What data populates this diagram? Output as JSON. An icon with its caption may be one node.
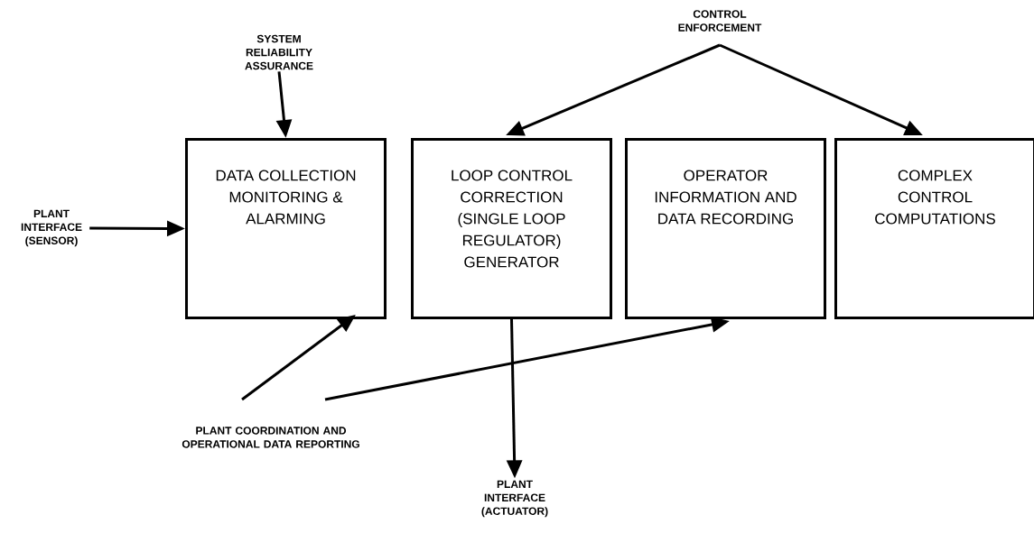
{
  "diagram": {
    "nodes": [
      {
        "text": [
          "DATA COLLECTION MONITORING & ALARMING"
        ]
      },
      {
        "text": [
          "LOOP CONTROL CORRECTION (SINGLE LOOP REGULATOR) GENERATOR"
        ]
      },
      {
        "text": [
          "OPERATOR INFORMATION AND DATA RECORDING"
        ]
      },
      {
        "text": [
          "COMPLEX CONTROL COMPUTATIONS"
        ]
      },
      {
        "text": [
          "SYSTEM RELIABILITY ASSURANCE"
        ]
      },
      {
        "text": [
          "PLANT INTERFACE (SENSOR)"
        ]
      },
      {
        "text": [
          "CONTROL ENFORCEMENT"
        ]
      },
      {
        "text": [
          "PLANT COORDINATION AND OPERATIONAL DATA REPORTING"
        ]
      },
      {
        "text": [
          "PLANT INTERFACE (ACTUATOR)"
        ]
      }
    ],
    "edges": [
      {
        "from": 4,
        "to": 0,
        "arrow": "to"
      },
      {
        "from": 5,
        "to": 0,
        "arrow": "to"
      },
      {
        "from": 6,
        "to": 1,
        "arrow": "to"
      },
      {
        "from": 6,
        "to": 3,
        "arrow": "to"
      },
      {
        "from": 7,
        "to": 0,
        "arrow": "to"
      },
      {
        "from": 7,
        "to": 2,
        "arrow": "to"
      },
      {
        "from": 1,
        "to": 8,
        "arrow": "to"
      }
    ]
  }
}
